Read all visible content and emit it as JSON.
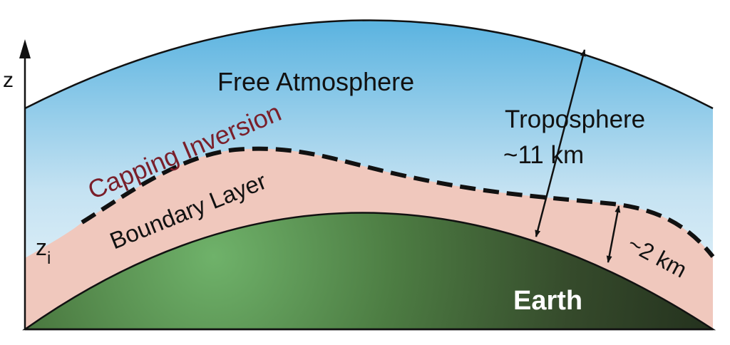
{
  "labels": {
    "free_atmosphere": "Free Atmosphere",
    "capping_inversion": "Capping Inversion",
    "boundary_layer": "Boundary Layer",
    "earth": "Earth",
    "troposphere": "Troposphere",
    "troposphere_height": "~11 km",
    "boundary_layer_height": "~2 km",
    "z_axis": "z",
    "zi_base": "z",
    "zi_sub": "i"
  },
  "colors": {
    "sky_top": "#5ab3e0",
    "sky_bottom": "#e6f3fa",
    "boundary_layer": "#f0c8bd",
    "earth_light": "#6fb26a",
    "earth_dark": "#23301d",
    "inversion_text": "#7a1f2a",
    "line": "#111111"
  }
}
